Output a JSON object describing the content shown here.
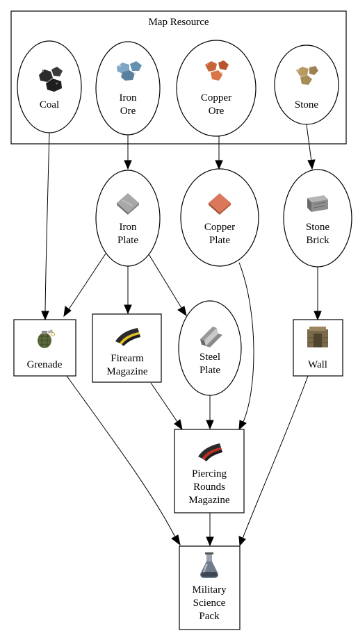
{
  "diagram": {
    "cluster_title": "Map Resource",
    "nodes": {
      "coal": {
        "lines": [
          "Coal"
        ],
        "icon": "coal-icon"
      },
      "iron_ore": {
        "lines": [
          "Iron",
          "Ore"
        ],
        "icon": "iron-ore-icon"
      },
      "copper_ore": {
        "lines": [
          "Copper",
          "Ore"
        ],
        "icon": "copper-ore-icon"
      },
      "stone": {
        "lines": [
          "Stone"
        ],
        "icon": "stone-icon"
      },
      "iron_plate": {
        "lines": [
          "Iron",
          "Plate"
        ],
        "icon": "iron-plate-icon"
      },
      "copper_plate": {
        "lines": [
          "Copper",
          "Plate"
        ],
        "icon": "copper-plate-icon"
      },
      "stone_brick": {
        "lines": [
          "Stone",
          "Brick"
        ],
        "icon": "stone-brick-icon"
      },
      "grenade": {
        "lines": [
          "Grenade"
        ],
        "icon": "grenade-icon"
      },
      "firearm_magazine": {
        "lines": [
          "Firearm",
          "Magazine"
        ],
        "icon": "firearm-magazine-icon"
      },
      "steel_plate": {
        "lines": [
          "Steel",
          "Plate"
        ],
        "icon": "steel-plate-icon"
      },
      "wall": {
        "lines": [
          "Wall"
        ],
        "icon": "wall-icon"
      },
      "piercing_rounds_magazine": {
        "lines": [
          "Piercing",
          "Rounds",
          "Magazine"
        ],
        "icon": "piercing-rounds-magazine-icon"
      },
      "military_science_pack": {
        "lines": [
          "Military",
          "Science",
          "Pack"
        ],
        "icon": "military-science-pack-icon"
      }
    },
    "edges": [
      [
        "coal",
        "grenade"
      ],
      [
        "iron_ore",
        "iron_plate"
      ],
      [
        "copper_ore",
        "copper_plate"
      ],
      [
        "stone",
        "stone_brick"
      ],
      [
        "iron_plate",
        "grenade"
      ],
      [
        "iron_plate",
        "firearm_magazine"
      ],
      [
        "iron_plate",
        "steel_plate"
      ],
      [
        "copper_plate",
        "piercing_rounds_magazine"
      ],
      [
        "stone_brick",
        "wall"
      ],
      [
        "firearm_magazine",
        "piercing_rounds_magazine"
      ],
      [
        "steel_plate",
        "piercing_rounds_magazine"
      ],
      [
        "grenade",
        "military_science_pack"
      ],
      [
        "piercing_rounds_magazine",
        "military_science_pack"
      ],
      [
        "wall",
        "military_science_pack"
      ]
    ],
    "colors": {
      "coal": "#2b2b2b",
      "iron_ore": "#7fa7c4",
      "copper_ore": "#c8643a",
      "stone": "#b89a63",
      "iron_plate": "#a8a8a8",
      "copper_plate": "#d9785a",
      "stone_brick": "#8e8e8e",
      "grenade": "#5b6a3a",
      "magazine_yellow": "#e3c21d",
      "magazine_red": "#c62a1c",
      "wall": "#7a6a4a",
      "flask": "#6f7c8c"
    }
  }
}
